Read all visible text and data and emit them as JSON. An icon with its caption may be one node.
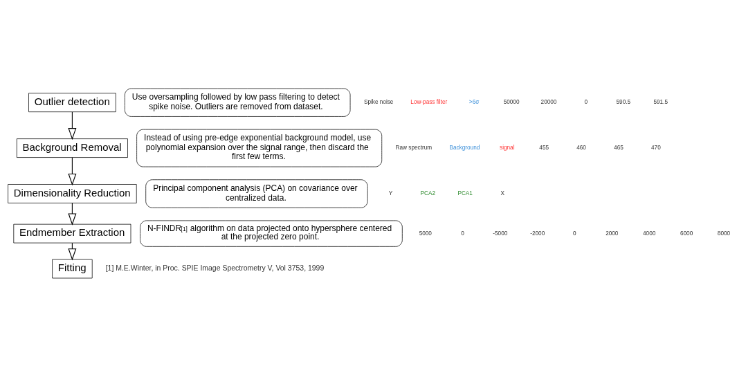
{
  "diagram": {
    "nodes": [
      {
        "text": [
          "Outlier detection"
        ]
      },
      {
        "text": [
          "Background Removal"
        ]
      },
      {
        "text": [
          "Dimensionality Reduction"
        ]
      },
      {
        "text": [
          "Endmember Extraction"
        ]
      },
      {
        "text": [
          "Fitting"
        ]
      },
      {
        "text": [
          "Use oversampling followed by low pass filtering to detect spike noise. Outliers are removed from dataset."
        ]
      },
      {
        "text": [
          "Instead of using pre-edge exponential background model, use polynomial expansion over the signal range, then discard the first few terms."
        ]
      },
      {
        "text": [
          "Principal component analysis (PCA) on covariance over centralized data."
        ]
      },
      {
        "text": [
          "N-FINDR$^{[1]}$ algorithm on data projected onto hypersphere centered at the projected zero point."
        ]
      }
    ],
    "edges": [
      {
        "from": 0,
        "to": 1,
        "arrow": "to"
      },
      {
        "from": 1,
        "to": 2,
        "arrow": "to"
      },
      {
        "from": 2,
        "to": 3,
        "arrow": "to"
      },
      {
        "from": 3,
        "to": 4,
        "arrow": "to"
      }
    ],
    "labels": [
      "Spike noise",
      "Low-pass filter",
      ">6σ",
      "50000",
      "20000",
      "0",
      "590.5",
      "591.5",
      "Raw spectrum",
      "Background",
      "signal",
      "455",
      "460",
      "465",
      "470",
      "Y",
      "PCA2",
      "PCA1",
      "X",
      "5000",
      "0",
      "-5000",
      "-2000",
      "0",
      "2000",
      "4000",
      "6000",
      "8000",
      "[1] M.E.Winter, in Proc. SPIE Image Spectrometry V, Vol 3753, 1999"
    ]
  }
}
